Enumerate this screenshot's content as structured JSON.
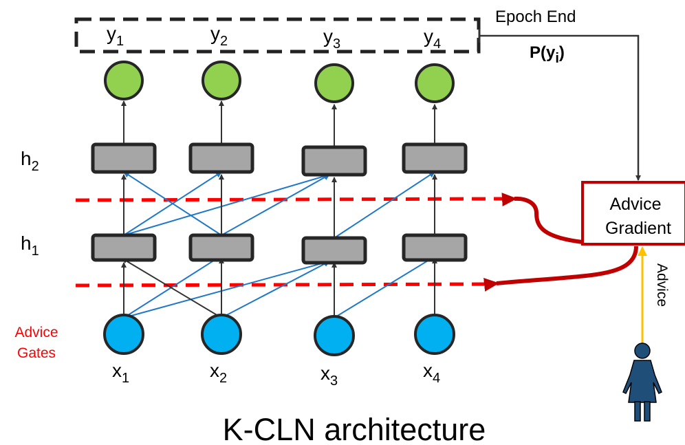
{
  "title": "K-CLN architecture",
  "layers": {
    "h2_label": "h",
    "h2_sub": "2",
    "h1_label": "h",
    "h1_sub": "1"
  },
  "outputs": [
    {
      "base": "y",
      "sub": "1"
    },
    {
      "base": "y",
      "sub": "2"
    },
    {
      "base": "y",
      "sub": "3"
    },
    {
      "base": "y",
      "sub": "4"
    }
  ],
  "inputs": [
    {
      "base": "x",
      "sub": "1"
    },
    {
      "base": "x",
      "sub": "2"
    },
    {
      "base": "x",
      "sub": "3"
    },
    {
      "base": "x",
      "sub": "4"
    }
  ],
  "epoch_end": "Epoch End",
  "probability": {
    "base": "P(y",
    "sub": "i",
    "close": ")"
  },
  "advice_gradient": {
    "line1": "Advice",
    "line2": "Gradient"
  },
  "advice_arrow_label": "Advice",
  "advice_gates": {
    "line1": "Advice",
    "line2": "Gates"
  },
  "colors": {
    "output_node": "#92d050",
    "input_node": "#00b0f0",
    "hidden_unit": "#a6a6a6",
    "node_stroke": "#262626",
    "connection": "#1f78c8",
    "gate_line": "#ff0000",
    "gradient_box": "#c00000",
    "advice_arrow": "#ffc000",
    "human_icon": "#1f4e79"
  }
}
